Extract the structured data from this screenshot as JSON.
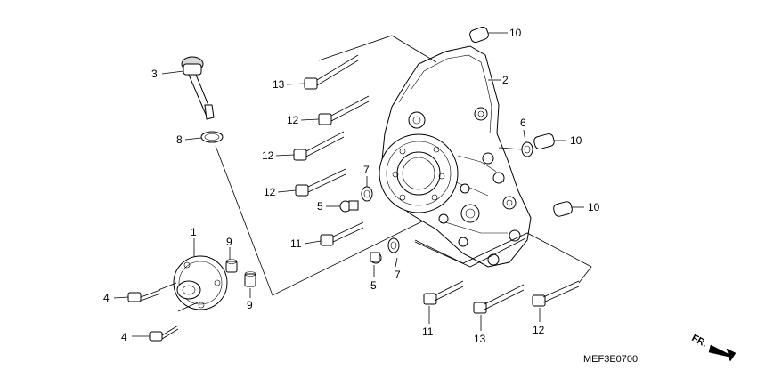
{
  "diagram_code": "MEF3E0700",
  "direction_mark": "FR.",
  "callouts": {
    "c1": "1",
    "c2": "2",
    "c3": "3",
    "c4a": "4",
    "c4b": "4",
    "c5a": "5",
    "c5b": "5",
    "c6": "6",
    "c7a": "7",
    "c7b": "7",
    "c8": "8",
    "c9a": "9",
    "c9b": "9",
    "c10a": "10",
    "c10b": "10",
    "c10c": "10",
    "c11a": "11",
    "c11b": "11",
    "c12a": "12",
    "c12b": "12",
    "c12c": "12",
    "c12d": "12",
    "c13a": "13",
    "c13b": "13"
  }
}
